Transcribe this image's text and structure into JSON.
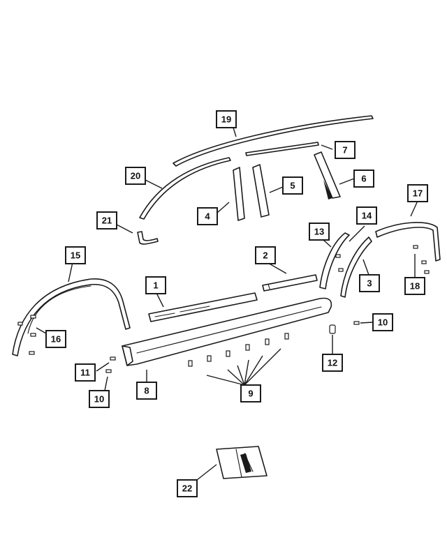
{
  "callouts": [
    {
      "id": "c1",
      "label": "1"
    },
    {
      "id": "c2",
      "label": "2"
    },
    {
      "id": "c3",
      "label": "3"
    },
    {
      "id": "c4",
      "label": "4"
    },
    {
      "id": "c5",
      "label": "5"
    },
    {
      "id": "c6",
      "label": "6"
    },
    {
      "id": "c7",
      "label": "7"
    },
    {
      "id": "c8",
      "label": "8"
    },
    {
      "id": "c9",
      "label": "9"
    },
    {
      "id": "c10a",
      "label": "10"
    },
    {
      "id": "c10b",
      "label": "10"
    },
    {
      "id": "c11",
      "label": "11"
    },
    {
      "id": "c12",
      "label": "12"
    },
    {
      "id": "c13",
      "label": "13"
    },
    {
      "id": "c14",
      "label": "14"
    },
    {
      "id": "c15",
      "label": "15"
    },
    {
      "id": "c16",
      "label": "16"
    },
    {
      "id": "c17",
      "label": "17"
    },
    {
      "id": "c18",
      "label": "18"
    },
    {
      "id": "c19",
      "label": "19"
    },
    {
      "id": "c20",
      "label": "20"
    },
    {
      "id": "c21",
      "label": "21"
    },
    {
      "id": "c22",
      "label": "22"
    }
  ],
  "colors": {
    "line": "#1a1a1a",
    "background": "#ffffff"
  }
}
